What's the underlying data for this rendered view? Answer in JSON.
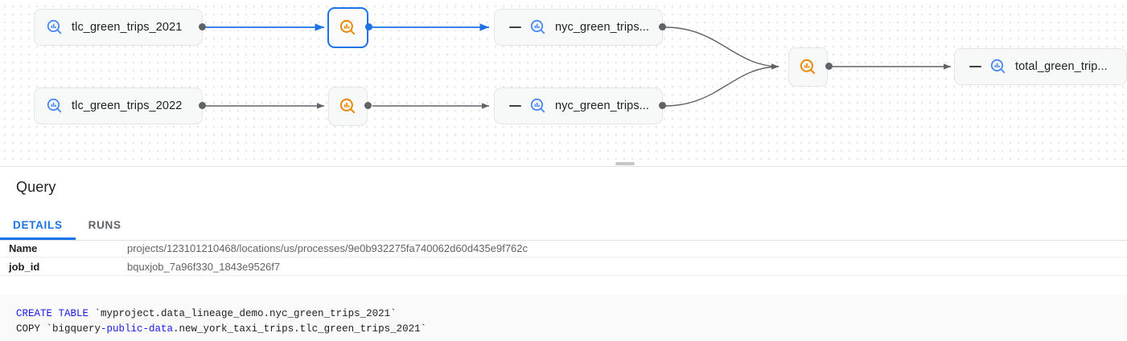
{
  "graph": {
    "nodes": [
      {
        "id": "n1",
        "label": "tlc_green_trips_2021",
        "icon": "bigquery-table-icon",
        "kind": "table",
        "selected": false,
        "collapsible": false
      },
      {
        "id": "n2",
        "label": "tlc_green_trips_2022",
        "icon": "bigquery-table-icon",
        "kind": "table",
        "selected": false,
        "collapsible": false
      },
      {
        "id": "p1",
        "label": "",
        "icon": "bigquery-process-icon",
        "kind": "process",
        "selected": true,
        "collapsible": false
      },
      {
        "id": "p2",
        "label": "",
        "icon": "bigquery-process-icon",
        "kind": "process",
        "selected": false,
        "collapsible": false
      },
      {
        "id": "n3",
        "label": "nyc_green_trips...",
        "icon": "bigquery-table-icon",
        "kind": "table",
        "selected": false,
        "collapsible": true
      },
      {
        "id": "n4",
        "label": "nyc_green_trips...",
        "icon": "bigquery-table-icon",
        "kind": "table",
        "selected": false,
        "collapsible": true
      },
      {
        "id": "p3",
        "label": "",
        "icon": "bigquery-process-icon",
        "kind": "process",
        "selected": false,
        "collapsible": false
      },
      {
        "id": "n5",
        "label": "total_green_trip...",
        "icon": "bigquery-table-icon",
        "kind": "table",
        "selected": false,
        "collapsible": true
      }
    ],
    "colors": {
      "selected_edge": "#1a73e8",
      "edge": "#5f6368",
      "table_icon": "#4285f4",
      "process_icon": "#ea8600",
      "node_bg": "#f7f8f8"
    }
  },
  "panel": {
    "title": "Query",
    "resize_handle": "drag-handle",
    "tabs": [
      {
        "label": "DETAILS",
        "active": true
      },
      {
        "label": "RUNS",
        "active": false
      }
    ],
    "details": [
      {
        "key": "Name",
        "value": "projects/123101210468/locations/us/processes/9e0b932275fa740062d60d435e9f762c"
      },
      {
        "key": "job_id",
        "value": "bquxjob_7a96f330_1843e9526f7"
      }
    ],
    "sql": {
      "line1_kw": "CREATE TABLE",
      "line1_rest": " `myproject.data_lineage_demo.nyc_green_trips_2021`",
      "line2_pre": "COPY `bigquery",
      "line2_hl": "-public-data",
      "line2_rest": ".new_york_taxi_trips.tlc_green_trips_2021`"
    }
  }
}
